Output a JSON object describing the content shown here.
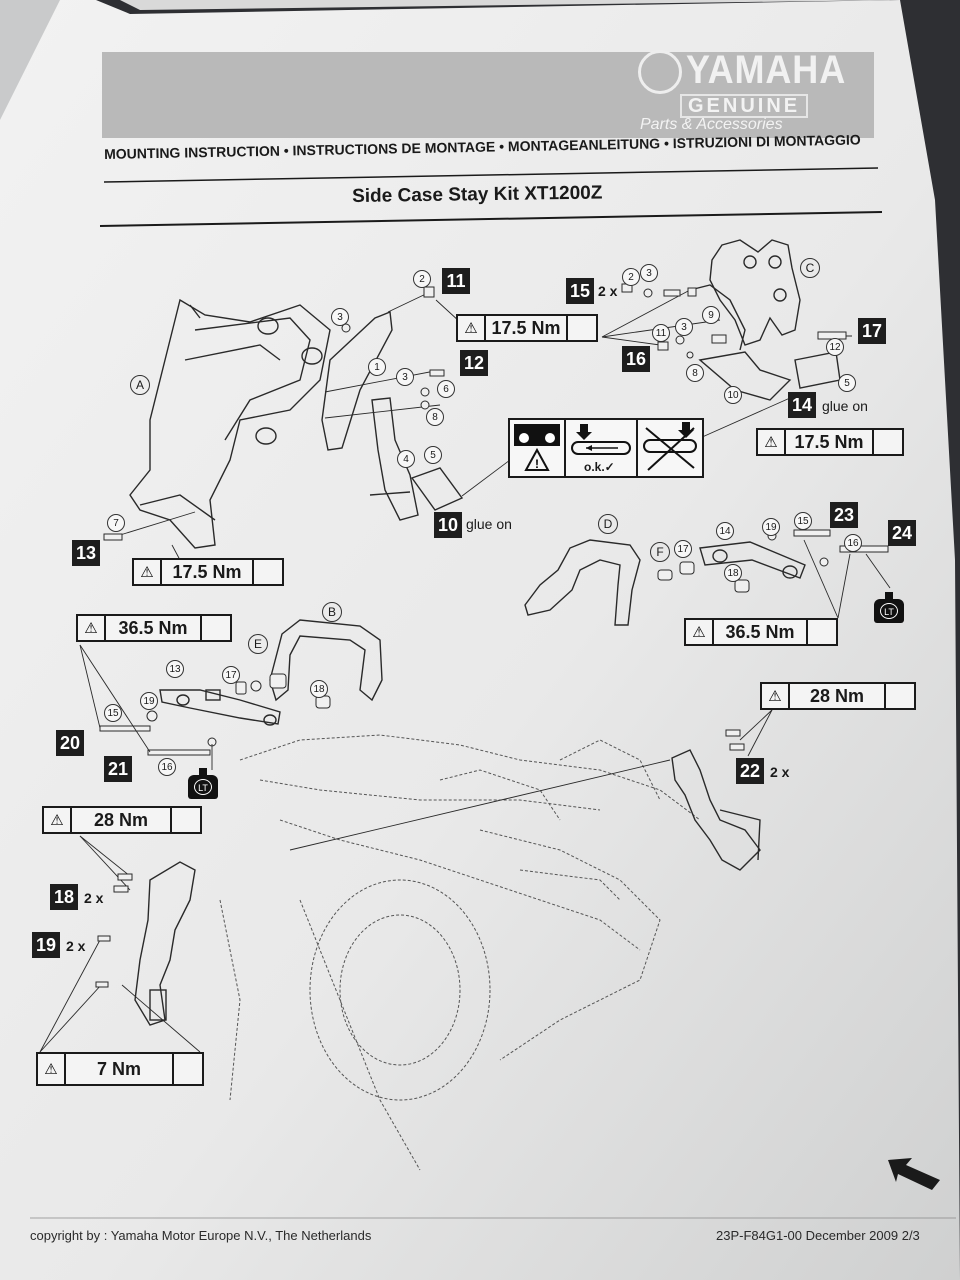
{
  "header": {
    "brand": "YAMAHA",
    "brand_genuine": "GENUINE",
    "brand_parts": "Parts & Accessories",
    "languages_line": "MOUNTING INSTRUCTION • INSTRUCTIONS DE MONTAGE • MONTAGEANLEITUNG • ISTRUZIONI DI MONTAGGIO",
    "title": "Side Case Stay Kit XT1200Z"
  },
  "steps": [
    {
      "num": "10",
      "note": "glue on"
    },
    {
      "num": "11"
    },
    {
      "num": "12"
    },
    {
      "num": "13"
    },
    {
      "num": "14",
      "note": "glue on"
    },
    {
      "num": "15",
      "mult": "2 x"
    },
    {
      "num": "16"
    },
    {
      "num": "17"
    },
    {
      "num": "18",
      "mult": "2 x"
    },
    {
      "num": "19",
      "mult": "2 x"
    },
    {
      "num": "20"
    },
    {
      "num": "21"
    },
    {
      "num": "22",
      "mult": "2 x"
    },
    {
      "num": "23"
    },
    {
      "num": "24"
    }
  ],
  "torques": {
    "t_top_mid": "17.5 Nm",
    "t_right": "17.5 Nm",
    "t_left_bottom": "17.5 Nm",
    "t_left_36": "36.5 Nm",
    "t_right_36": "36.5 Nm",
    "t_right_28": "28 Nm",
    "t_left_28": "28 Nm",
    "t_bottom_7": "7 Nm"
  },
  "part_labels": [
    "A",
    "B",
    "C",
    "D",
    "E",
    "F"
  ],
  "part_numbers": [
    "1",
    "2",
    "3",
    "4",
    "5",
    "6",
    "7",
    "8",
    "9",
    "10",
    "11",
    "12",
    "13",
    "14",
    "15",
    "16",
    "17",
    "18",
    "19"
  ],
  "ok_label": "o.k.✓",
  "lt_label": "LT",
  "warning_icon": "warning-triangle-icon",
  "tool_icon": "torque-wrench-icon",
  "return_arrow_icon": "arrow-up-left-icon",
  "footer": {
    "copyright": "copyright by : Yamaha Motor Europe N.V., The Netherlands",
    "docref": "23P-F84G1-00   December 2009 2/3"
  },
  "colors": {
    "paper": "#efefef",
    "ink": "#1a1a1a",
    "header_band": "#b9b9b9",
    "background": "#2e2f33"
  }
}
